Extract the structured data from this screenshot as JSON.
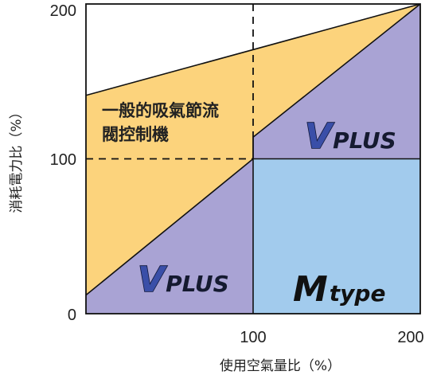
{
  "chart_data": {
    "type": "area",
    "xlabel": "使用空氣量比（%）",
    "ylabel": "消耗電力比（%）",
    "xlim": [
      0,
      200
    ],
    "ylim": [
      0,
      200
    ],
    "x_ticks": [
      "100",
      "200"
    ],
    "y_ticks": [
      "0",
      "100",
      "200"
    ],
    "grid": false,
    "reference_lines": {
      "x": 100,
      "y": 100,
      "style": "dashed"
    },
    "series": [
      {
        "name": "一般的吸氣節流閥控制機",
        "x": [
          0,
          200
        ],
        "y": [
          141,
          200
        ],
        "color": "#fcd37c"
      },
      {
        "name": "VPLUS",
        "x": [
          0,
          100,
          100,
          200
        ],
        "y": [
          12,
          100,
          114,
          200
        ],
        "color": "#a9a3d4"
      },
      {
        "name": "Mtype",
        "x": [
          100,
          200
        ],
        "y": [
          100,
          100
        ],
        "color": "#a2cbed"
      }
    ],
    "annotations": {
      "line1": "一般的吸氣節流閥控制機",
      "line1_a": "一般的吸氣節",
      "line1_b": "流",
      "line2": "閥控制機",
      "vplus_v": "V",
      "vplus_rest": "PLUS",
      "mtype_m": "M",
      "mtype_rest": "type"
    },
    "colors": {
      "border": "#111111",
      "background": "#ffffff"
    }
  }
}
